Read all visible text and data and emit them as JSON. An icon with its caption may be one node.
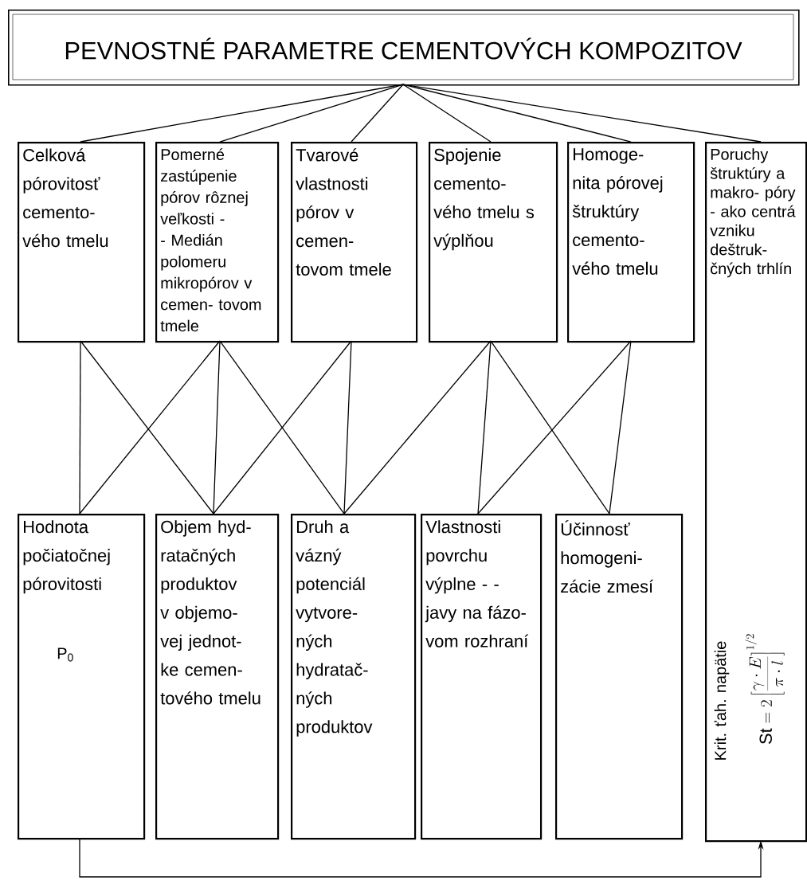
{
  "diagram": {
    "nodes": [
      {
        "text": [
          "PEVNOSTNÉ PARAMETRE CEMENTOVÝCH KOMPOZITOV"
        ]
      },
      {
        "text": [
          "Celková pórovitosť cemento- vého tmelu"
        ]
      },
      {
        "text": [
          "Pomerné zastúpenie pórov rôznej veľkosti - - Medián polomeru mikropórov v cemen- tovom tmele"
        ]
      },
      {
        "text": [
          "Tvarové vlastnosti pórov v cemen- tovom tmele"
        ]
      },
      {
        "text": [
          "Spojenie cemento- vého tmelu s výplňou"
        ]
      },
      {
        "text": [
          "Homoge- nita pórovej štruktúry cemento- vého tmelu"
        ]
      },
      {
        "text": [
          "Poruchy štruktúry a makro- póry - ako centrá vzniku deštruk- čných trhlín",
          "Krit. ťah. napätie",
          "\\mathrm{St} = 2\\left[\\frac{\\gamma\\cdot E}{\\pi\\cdot l}\\right]^{1/2}"
        ]
      },
      {
        "text": [
          "Hodnota počiatočnej pórovitosti",
          "P$_{0}$"
        ]
      },
      {
        "text": [
          "Objem hyd- ratačných produktov v objemo- vej jednot- ke cemen- tového tmelu"
        ]
      },
      {
        "text": [
          "Druh a vázný potenciál vytvore- ných hydratač- ných produktov"
        ]
      },
      {
        "text": [
          "Vlastnosti povrchu výplne - - javy na fázo- vom rozhraní"
        ]
      },
      {
        "text": [
          "Účinnosť homogeni- zácie zmesí"
        ]
      }
    ],
    "edges": [
      {
        "from": 0,
        "to": 1,
        "arrow": "none"
      },
      {
        "from": 0,
        "to": 2,
        "arrow": "none"
      },
      {
        "from": 0,
        "to": 3,
        "arrow": "none"
      },
      {
        "from": 0,
        "to": 4,
        "arrow": "none"
      },
      {
        "from": 0,
        "to": 5,
        "arrow": "none"
      },
      {
        "from": 0,
        "to": 6,
        "arrow": "none"
      },
      {
        "from": 1,
        "to": 7,
        "arrow": "none"
      },
      {
        "from": 2,
        "to": 7,
        "arrow": "none"
      },
      {
        "from": 1,
        "to": 8,
        "arrow": "none"
      },
      {
        "from": 2,
        "to": 8,
        "arrow": "none"
      },
      {
        "from": 3,
        "to": 8,
        "arrow": "none"
      },
      {
        "from": 2,
        "to": 9,
        "arrow": "none"
      },
      {
        "from": 3,
        "to": 9,
        "arrow": "none"
      },
      {
        "from": 4,
        "to": 9,
        "arrow": "none"
      },
      {
        "from": 4,
        "to": 10,
        "arrow": "none"
      },
      {
        "from": 5,
        "to": 10,
        "arrow": "none"
      },
      {
        "from": 4,
        "to": 11,
        "arrow": "none"
      },
      {
        "from": 5,
        "to": 11,
        "arrow": "none"
      },
      {
        "from": 7,
        "to": 6,
        "arrow": "to"
      }
    ]
  }
}
